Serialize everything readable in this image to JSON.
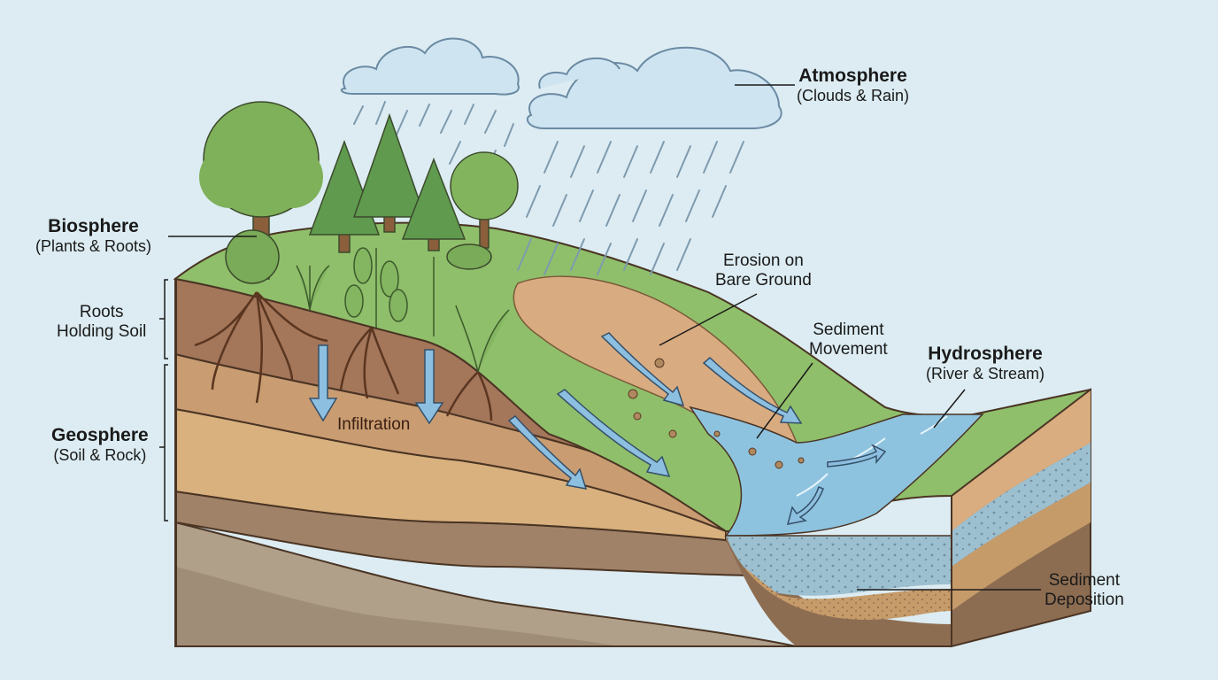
{
  "diagram": {
    "type": "earth-systems-cross-section",
    "labels": {
      "atmosphere": {
        "title": "Atmosphere",
        "subtitle": "(Clouds & Rain)"
      },
      "biosphere": {
        "title": "Biosphere",
        "subtitle": "(Plants & Roots)"
      },
      "roots": {
        "line1": "Roots",
        "line2": "Holding Soil"
      },
      "geosphere": {
        "title": "Geosphere",
        "subtitle": "(Soil & Rock)"
      },
      "erosion": {
        "line1": "Erosion on",
        "line2": "Bare Ground"
      },
      "sediment_movement": {
        "line1": "Sediment",
        "line2": "Movement"
      },
      "hydrosphere": {
        "title": "Hydrosphere",
        "subtitle": "(River & Stream)"
      },
      "sediment_deposition": {
        "line1": "Sediment",
        "line2": "Deposition"
      },
      "infiltration": "Infiltration"
    },
    "colors": {
      "background": "#dcecf2",
      "grass": "#8fbf6a",
      "topsoil": "#a4765a",
      "subsoil": "#c99c72",
      "sandy_layer": "#d8b17e",
      "clay_layer": "#a08268",
      "bedrock": "#b0a08a",
      "water": "#8ec3df",
      "arrow": "#8dbfe0",
      "outline": "#4a3424"
    }
  }
}
